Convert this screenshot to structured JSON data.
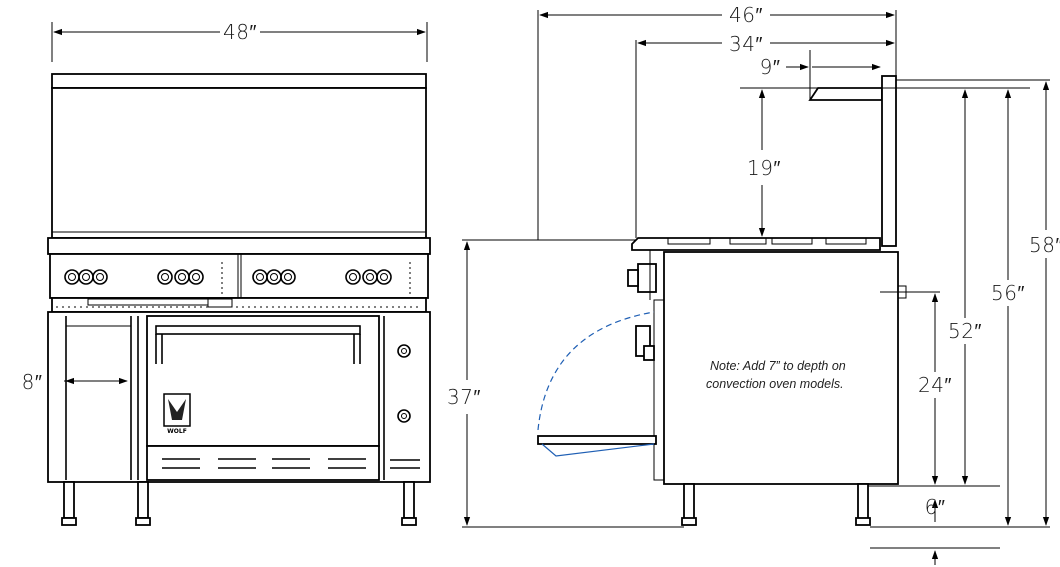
{
  "dimensions": {
    "front_width": "48″",
    "overall_depth": "46″",
    "top_depth": "34″",
    "shelf_depth": "9″",
    "riser_height": "19″",
    "side_shelf": "8″",
    "work_height": "37″",
    "oven_height": "24″",
    "height_52": "52″",
    "height_56": "56″",
    "height_58": "58″",
    "leg_height": "6″"
  },
  "note": {
    "line1": "Note:  Add 7” to depth on",
    "line2": "convection oven models."
  },
  "logo": {
    "text": "WOLF"
  },
  "colors": {
    "line": "#000000",
    "door_swing": "#1f5fb4"
  }
}
